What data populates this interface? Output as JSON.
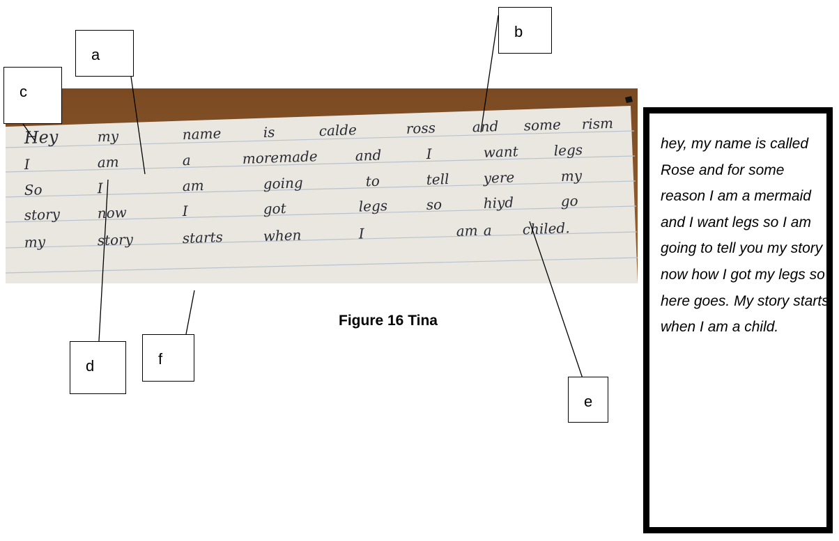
{
  "labels": {
    "a": "a",
    "b": "b",
    "c": "c",
    "d": "d",
    "e": "e",
    "f": "f"
  },
  "caption": "Figure 16 Tina",
  "handwriting": {
    "lines": [
      [
        "Hey",
        "my",
        "name",
        "is",
        "calde",
        "ross",
        "and",
        "some",
        "rism"
      ],
      [
        "I",
        "am",
        "a",
        "moremade",
        "and",
        "I",
        "want",
        "legs"
      ],
      [
        "So",
        "I",
        "am",
        "going",
        "to",
        "tell",
        "yere",
        "my"
      ],
      [
        "story",
        "now",
        "I",
        "got",
        "legs",
        "so",
        "hiyd",
        "go"
      ],
      [
        "my",
        "story",
        "starts",
        "when",
        "I",
        "am",
        "a",
        "chiled."
      ]
    ]
  },
  "transcript": "hey, my name is called Rose and for some reason I am a mermaid and I want legs so I am going to tell you my story now how I got my legs so here goes. My story starts when I am a child."
}
